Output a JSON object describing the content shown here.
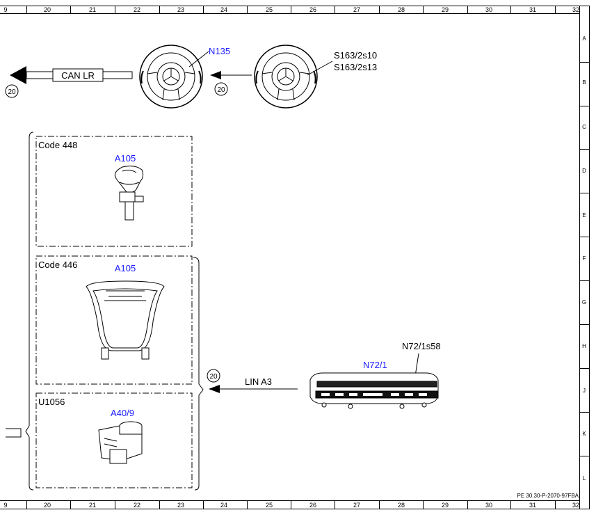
{
  "columns": [
    "9",
    "20",
    "21",
    "22",
    "23",
    "24",
    "25",
    "26",
    "27",
    "28",
    "29",
    "30",
    "31",
    "32"
  ],
  "rows": [
    "A",
    "B",
    "C",
    "D",
    "E",
    "F",
    "G",
    "H",
    "J",
    "K",
    "L"
  ],
  "labels": {
    "can_lr": "CAN LR",
    "lin_a3": "LIN A3",
    "ref_20": "20",
    "n135": "N135",
    "s163_2s10": "S163/2s10",
    "s163_2s13": "S163/2s13",
    "code_448": "Code 448",
    "code_446": "Code 446",
    "u1056": "U1056",
    "a105": "A105",
    "a40_9": "A40/9",
    "n72_1": "N72/1",
    "n72_1s58": "N72/1s58",
    "doc_id": "PE 30.30-P-2070-97FBA"
  },
  "colors": {
    "component_label": "#1a1aff",
    "line": "#000000"
  }
}
